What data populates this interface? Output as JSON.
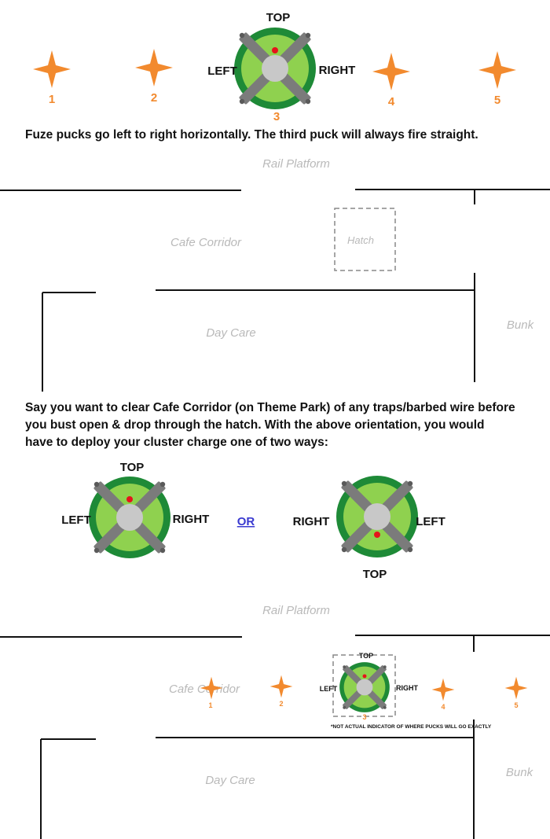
{
  "colors": {
    "puck": "#f28a2e",
    "ring_outer": "#1e8a37",
    "ring_inner": "#8fd14f",
    "core": "#c8c8c8",
    "arm": "#7b7b7b",
    "marker": "#e5141b",
    "wall": "#111111",
    "room_label": "#b9b9b9",
    "link": "#3a3ad0"
  },
  "top_diagram": {
    "label_top": "TOP",
    "label_left": "LEFT",
    "label_right": "RIGHT",
    "label_bottom": "3",
    "pucks": [
      "1",
      "2",
      "4",
      "5"
    ]
  },
  "caption": "Fuze pucks go left to right horizontally. The third puck will always fire straight.",
  "map1": {
    "rail_platform": "Rail Platform",
    "cafe_corridor": "Cafe Corridor",
    "hatch": "Hatch",
    "day_care": "Day Care",
    "bunk": "Bunk"
  },
  "paragraph": [
    "Say you want to clear Cafe Corridor (on Theme Park) of any traps/barbed wire before",
    "you bust open & drop through the hatch. With the above orientation, you would",
    "have to deploy your cluster charge one of two ways:"
  ],
  "options": {
    "a": {
      "label_top": "TOP",
      "label_left": "LEFT",
      "label_right": "RIGHT"
    },
    "or": "OR",
    "b": {
      "label_right": "RIGHT",
      "label_left": "LEFT",
      "label_top": "TOP"
    }
  },
  "map2": {
    "rail_platform": "Rail Platform",
    "cafe_corridor": "Cafe Corridor",
    "day_care": "Day Care",
    "bunk": "Bunk",
    "label_top": "TOP",
    "label_left": "LEFT",
    "label_right": "RIGHT",
    "label_bottom": "3",
    "pucks": [
      "1",
      "2",
      "4",
      "5"
    ],
    "note": "*NOT ACTUAL INDICATOR OF WHERE PUCKS WILL GO EXACTLY"
  }
}
